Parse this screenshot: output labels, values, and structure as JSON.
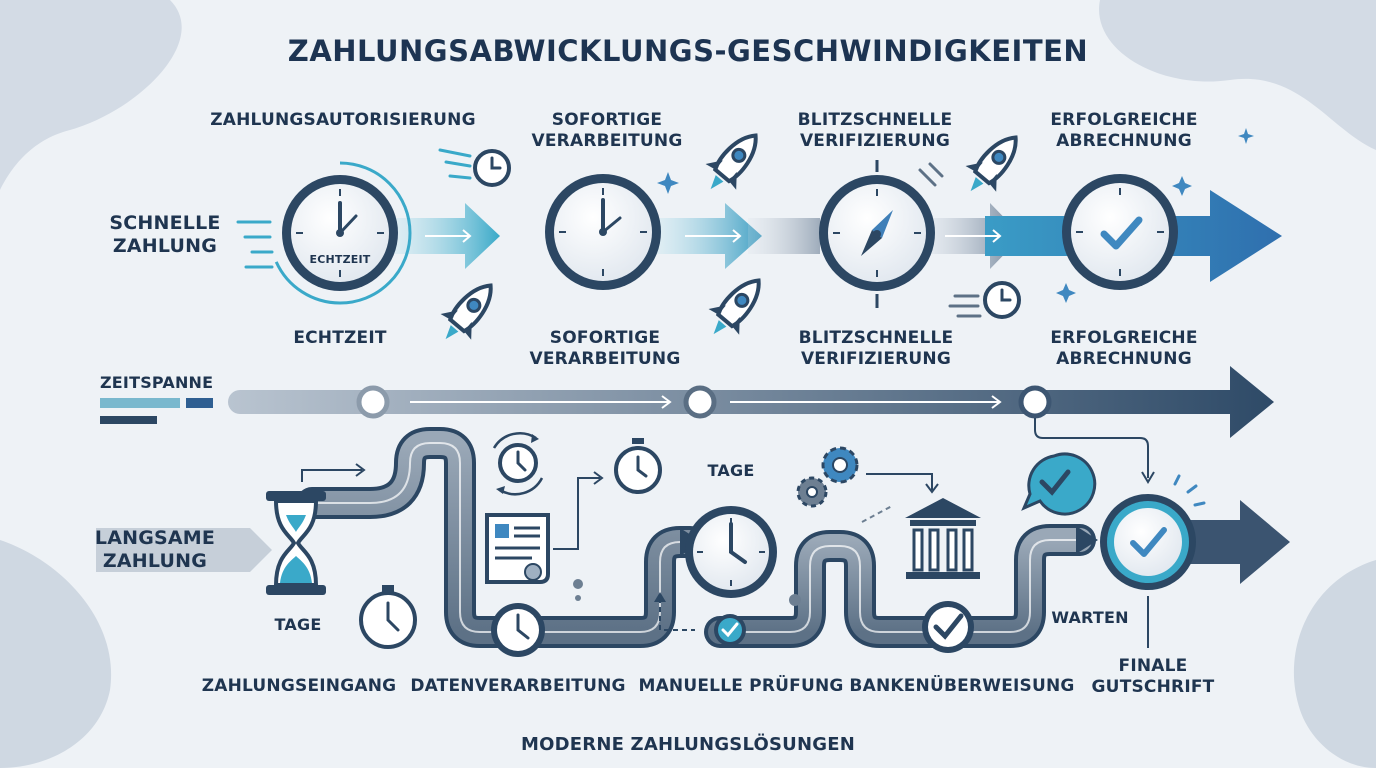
{
  "title": "ZAHLUNGSABWICKLUNGS-GESCHWINDIGKEITEN",
  "fast": {
    "row_label": "SCHNELLE\nZAHLUNG",
    "steps": [
      {
        "top": "ZAHLUNGSAUTORISIERUNG",
        "bottom": "ECHTZEIT",
        "clock_text": "ECHTZEIT"
      },
      {
        "top": "SOFORTIGE\nVERARBEITUNG",
        "bottom": "SOFORTIGE\nVERARBEITUNG"
      },
      {
        "top": "BLITZSCHNELLE\nVERIFIZIERUNG",
        "bottom": "BLITZSCHNELLE\nVERIFIZIERUNG"
      },
      {
        "top": "ERFOLGREICHE\nABRECHNUNG",
        "bottom": "ERFOLGREICHE\nABRECHNUNG"
      }
    ]
  },
  "timeline": {
    "label": "ZEITSPANNE"
  },
  "slow": {
    "row_label": "LANGSAME\nZAHLUNG",
    "tage_left": "TAGE",
    "tage_mid": "TAGE",
    "warten": "WARTEN",
    "steps": [
      "ZAHLUNGSEINGANG",
      "DATENVERARBEITUNG",
      "MANUELLE PRÜFUNG",
      "BANKENÜBERWEISUNG",
      "FINALE\nGUTSCHRIFT"
    ]
  },
  "footer": "MODERNE ZAHLUNGSLÖSUNGEN",
  "colors": {
    "navy": "#2c4763",
    "teal": "#3aa9c9",
    "blue": "#3f7fb8",
    "slate": "#6d7f92"
  }
}
